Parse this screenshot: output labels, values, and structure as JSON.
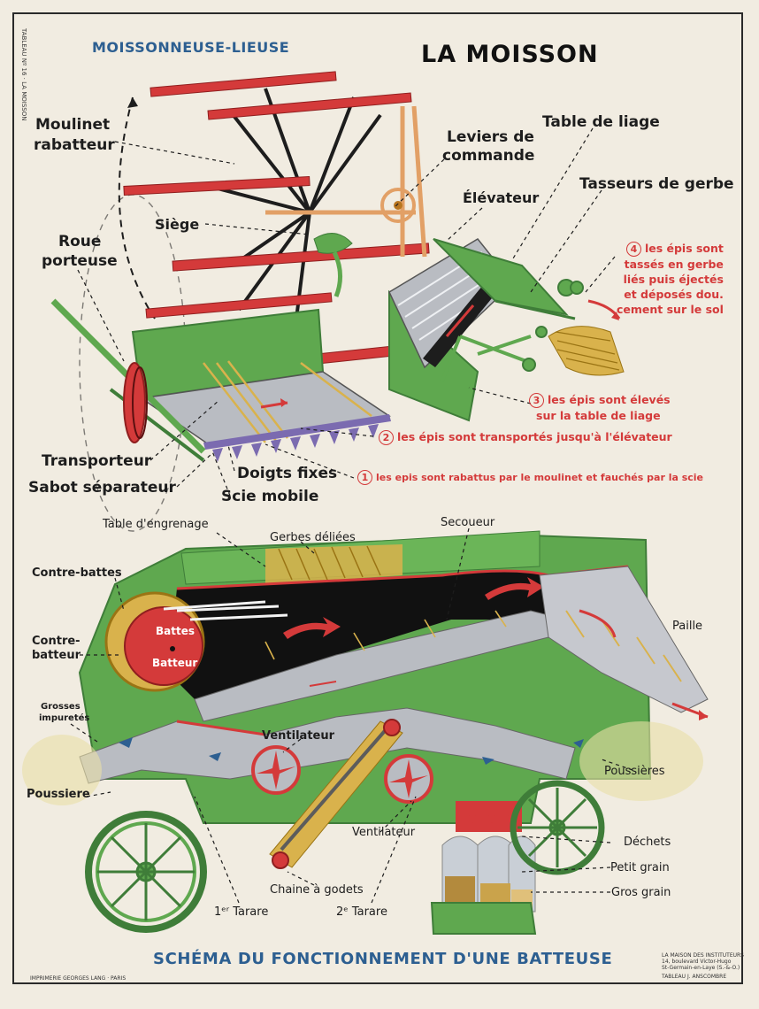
{
  "header": {
    "subtitle": "MOISSONNEUSE-LIEUSE",
    "title": "LA MOISSON",
    "side_ref": "TABLEAU Nº 16 · LA MOISSON"
  },
  "reaper_labels": {
    "moulinet": "Moulinet",
    "rabatteur": "rabatteur",
    "siege": "Siège",
    "roue": "Roue",
    "porteuse": "porteuse",
    "leviers": "Leviers de",
    "commande": "commande",
    "table_liage": "Table de liage",
    "elevateur": "Élévateur",
    "tasseurs": "Tasseurs de gerbe",
    "transporteur": "Transporteur",
    "sabot": "Sabot séparateur",
    "doigts": "Doigts fixes",
    "scie": "Scie mobile"
  },
  "steps": [
    {
      "num": "1",
      "line1": "les epis sont rabattus par le moulinet et fauchés par la scie",
      "line2": "",
      "line3": "",
      "line4": ""
    },
    {
      "num": "2",
      "line1": "les épis sont transportés jusqu'à l'élévateur",
      "line2": "",
      "line3": "",
      "line4": ""
    },
    {
      "num": "3",
      "line1": "les épis sont élevés",
      "line2": "sur la table de liage",
      "line3": "",
      "line4": ""
    },
    {
      "num": "4",
      "line1": "les épis sont",
      "line2": "tassés en gerbe",
      "line3": "liés puis éjectés",
      "line4": "et déposés dou.",
      "line5": "cement sur le sol"
    }
  ],
  "thresher_labels": {
    "table_engrenage": "Table d'engrenage",
    "gerbes": "Gerbes déliées",
    "secoueur": "Secoueur",
    "contre_battes": "Contre-battes",
    "contre": "Contre-",
    "batteur_lbl": "batteur",
    "battes": "Battes",
    "batteur": "Batteur",
    "paille": "Paille",
    "grosses": "Grosses",
    "impuretes": "impuretés",
    "ventilateur1": "Ventilateur",
    "poussieres": "Poussières",
    "poussiere": "Poussiere",
    "ventilateur2": "Ventilateur",
    "dechets": "Déchets",
    "petit_grain": "Petit grain",
    "gros_grain": "Gros grain",
    "chaine": "Chaine à godets",
    "tarare1": "1ᵉʳ Tarare",
    "tarare2": "2ᵉ Tarare"
  },
  "footer": {
    "title": "SCHÉMA DU FONCTIONNEMENT D'UNE BATTEUSE",
    "printer": "IMPRIMERIE GEORGES LANG · PARIS",
    "publisher1": "LA MAISON DES INSTITUTEURS",
    "publisher2": "14, boulevard Victor-Hugo",
    "publisher3": "St-Germain-en-Laye (S.-&-O.)",
    "publisher4": "TABLEAU J. ANSCOMBRE"
  },
  "colors": {
    "paper": "#f1ece1",
    "green": "#5fa84f",
    "green_dark": "#3f7d39",
    "red": "#d43a3a",
    "grey": "#b9bcc2",
    "black": "#1d1d1d",
    "blue": "#2d5f91",
    "straw": "#d9b24c"
  }
}
